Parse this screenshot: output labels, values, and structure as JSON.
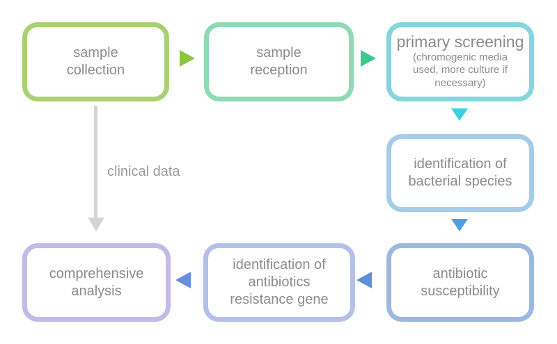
{
  "diagram": {
    "background_color": "#ffffff",
    "text_color": "#8b8b8b",
    "clinical_label_color": "#9a9a9a",
    "nodes": [
      {
        "id": "sample-collection",
        "label": "sample collection",
        "border_color": "#a9d173"
      },
      {
        "id": "sample-reception",
        "label": "sample reception",
        "border_color": "#8fd9b5"
      },
      {
        "id": "primary-screening",
        "label": "primary screening",
        "sublabel": "(chromogenic media used, more culture if necessary)",
        "border_color": "#85d5de"
      },
      {
        "id": "identification-of-bacterial-species",
        "label": "identification of bacterial species",
        "border_color": "#a5cce9"
      },
      {
        "id": "antibiotic-susceptibility",
        "label": "antibiotic susceptibility",
        "border_color": "#9db8dd"
      },
      {
        "id": "identification-of-antibiotics-resistance-gene",
        "label": "identification of antibiotics resistance gene",
        "border_color": "#b5c0e9"
      },
      {
        "id": "comprehensive-analysis",
        "label": "comprehensive analysis",
        "border_color": "#c4b9e7"
      }
    ],
    "arrows": [
      {
        "from": "sample-collection",
        "to": "sample-reception",
        "direction": "right",
        "color": "#8cc63f"
      },
      {
        "from": "sample-reception",
        "to": "primary-screening",
        "direction": "right",
        "color": "#3ec98e"
      },
      {
        "from": "primary-screening",
        "to": "identification-of-bacterial-species",
        "direction": "down",
        "color": "#3fcfe0"
      },
      {
        "from": "identification-of-bacterial-species",
        "to": "antibiotic-susceptibility",
        "direction": "down",
        "color": "#4da0de"
      },
      {
        "from": "antibiotic-susceptibility",
        "to": "identification-of-antibiotics-resistance-gene",
        "direction": "left",
        "color": "#5e8fd8"
      },
      {
        "from": "identification-of-antibiotics-resistance-gene",
        "to": "comprehensive-analysis",
        "direction": "left",
        "color": "#6a8ce1"
      },
      {
        "from": "sample-collection",
        "to": "comprehensive-analysis",
        "direction": "down",
        "color": "#d4d4d4",
        "label": "clinical data"
      }
    ]
  }
}
